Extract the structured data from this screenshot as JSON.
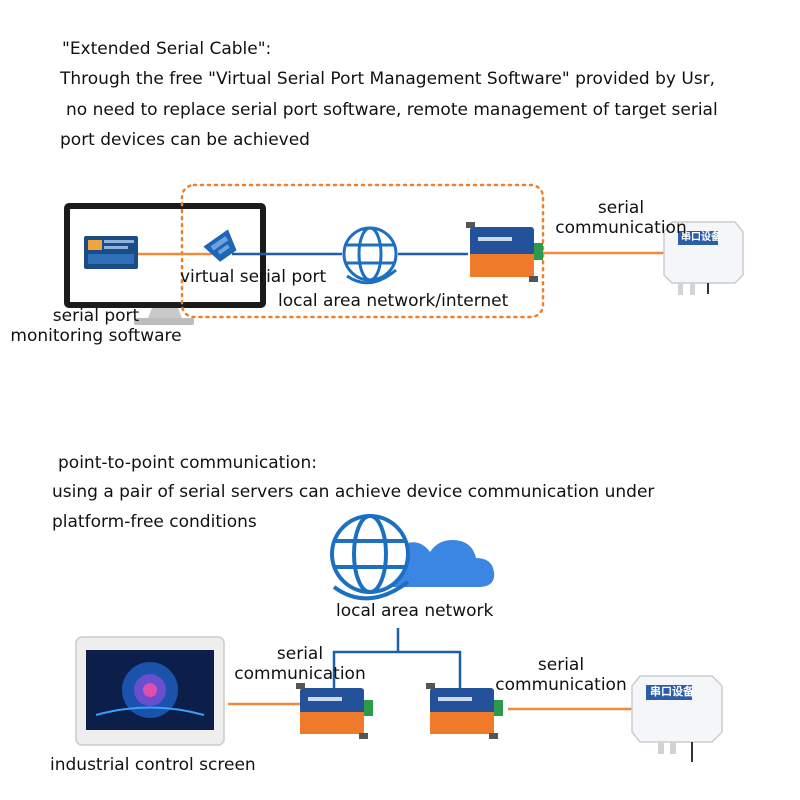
{
  "section1": {
    "title": "\"Extended Serial Cable\":",
    "line1": "Through the free \"Virtual Serial Port Management Software\" provided by Usr,",
    "line2": "no need to replace serial port software, remote management of target serial",
    "line3": "port devices can be achieved",
    "label_virtual_port": "virtual serial port",
    "label_lan_internet": "local area network/internet",
    "label_monitor_1": "serial port",
    "label_monitor_2": "monitoring software",
    "label_serial_1": "serial",
    "label_serial_2": "communication",
    "device_label": "串口设备"
  },
  "section2": {
    "title": "point-to-point communication:",
    "line1": "using a pair of serial servers can achieve device communication under",
    "line2": "platform-free conditions",
    "label_lan": "local area network",
    "label_left_serial_1": "serial",
    "label_left_serial_2": "communication",
    "label_right_serial_1": "serial",
    "label_right_serial_2": "communication",
    "label_screen": "industrial control screen",
    "device_label": "串口设备"
  },
  "colors": {
    "orange": "#f08a3c",
    "blue_line": "#1e5fa8",
    "globe_blue": "#1d6fc0",
    "dashed_orange": "#f07f2a"
  }
}
